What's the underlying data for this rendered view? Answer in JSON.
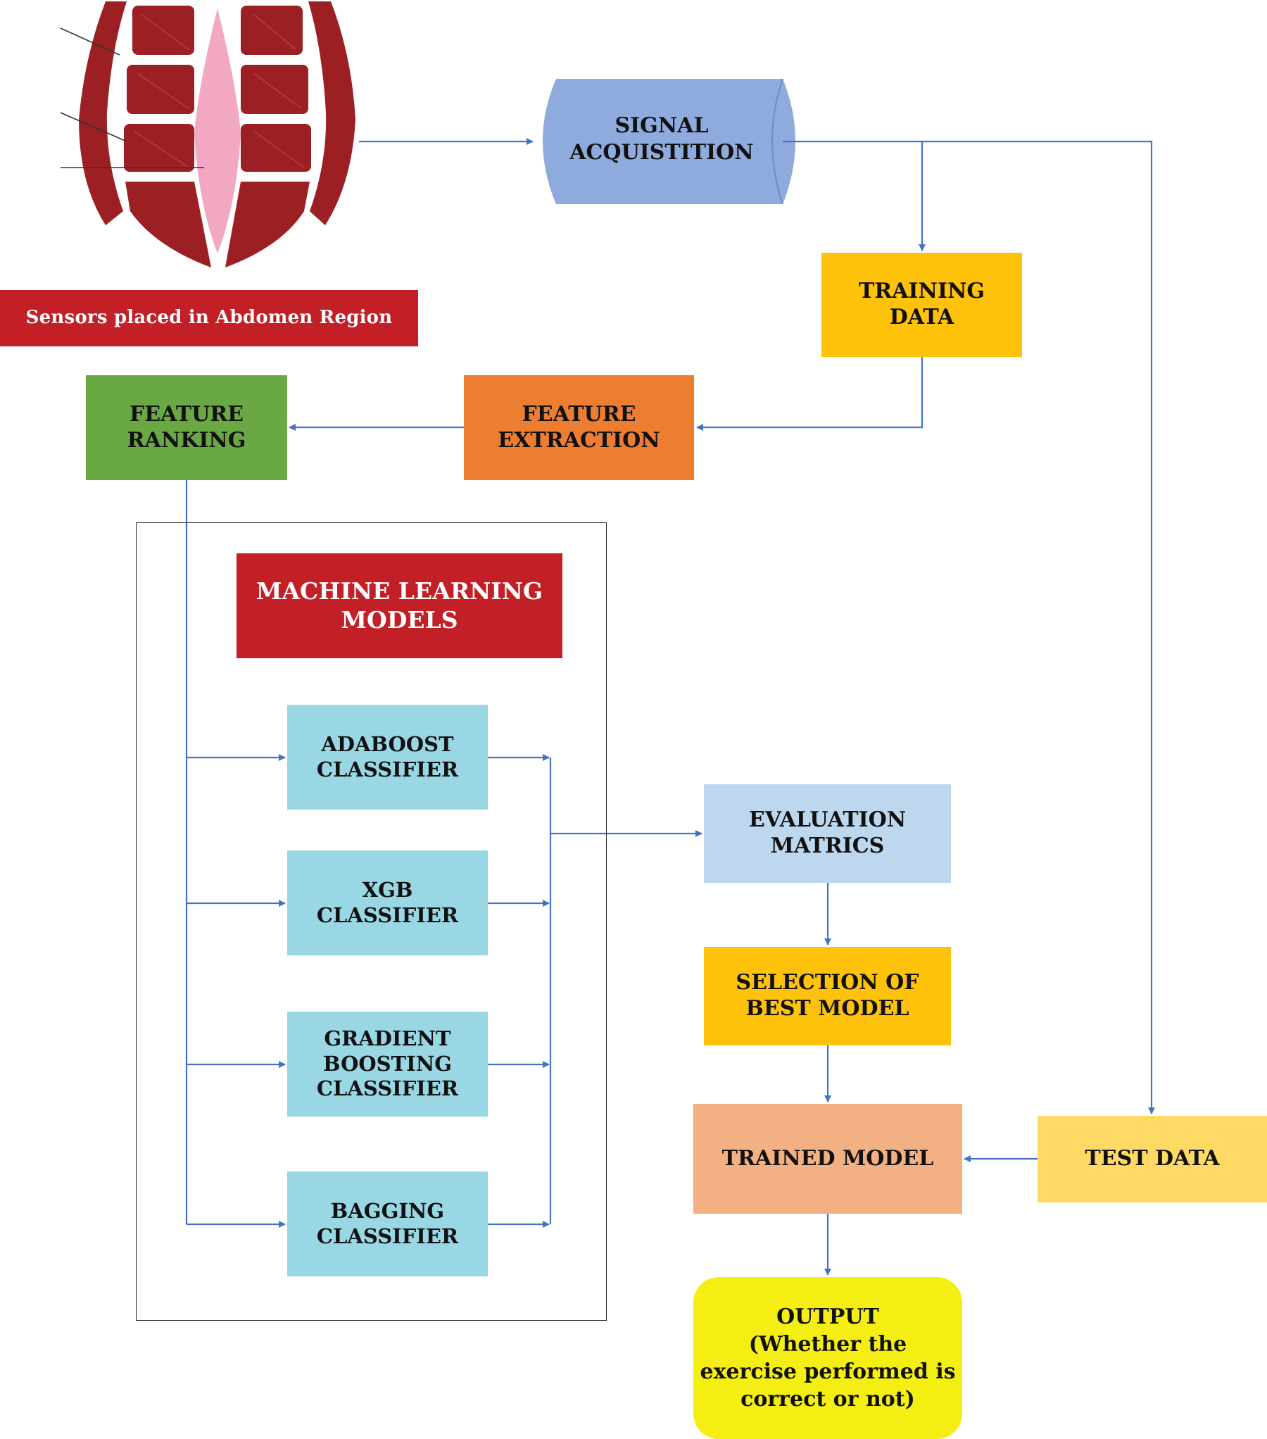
{
  "sensor_label": "Sensors placed in Abdomen Region",
  "signal_acquisition": [
    "SIGNAL",
    "ACQUISTITION"
  ],
  "training_data": [
    "TRAINING",
    "DATA"
  ],
  "feature_extraction": [
    "FEATURE",
    "EXTRACTION"
  ],
  "feature_ranking": [
    "FEATURE",
    "RANKING"
  ],
  "ml_models_title": [
    "MACHINE LEARNING",
    "MODELS"
  ],
  "classifiers": [
    [
      "ADABOOST",
      "CLASSIFIER"
    ],
    [
      "XGB",
      "CLASSIFIER"
    ],
    [
      "GRADIENT",
      "BOOSTING",
      "CLASSIFIER"
    ],
    [
      "BAGGING",
      "CLASSIFIER"
    ]
  ],
  "evaluation": [
    "EVALUATION",
    "MATRICS"
  ],
  "selection": [
    "SELECTION OF",
    "BEST MODEL"
  ],
  "trained_model": "TRAINED MODEL",
  "test_data": "TEST DATA",
  "output": [
    "OUTPUT",
    "(Whether the",
    "exercise performed is",
    "correct or not)"
  ],
  "colors": {
    "arrow": "#4472c4",
    "signal_cylinder": "#8faadc",
    "muscle": "#9c1f23",
    "linea_alba": "#f2a7c3"
  }
}
